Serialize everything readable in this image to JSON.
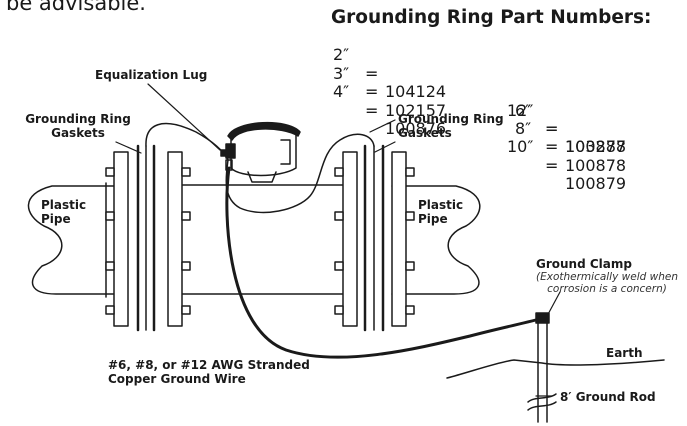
{
  "intro_text": "be advisable.",
  "parts_table": {
    "title": "Grounding Ring Part Numbers:",
    "rows": [
      {
        "size": "2″",
        "part": "104124",
        "size2": "6″",
        "part2": "100877"
      },
      {
        "size": "3″",
        "part": "102157",
        "size2": "8″",
        "part2": "100878"
      },
      {
        "size": "4″",
        "part": "100876",
        "size2": "10″",
        "part2": "100879"
      },
      {
        "size": "",
        "part": "",
        "size2": "12″",
        "part2": "103288"
      }
    ],
    "separator": "="
  },
  "labels": {
    "equalization_lug": "Equalization Lug",
    "gaskets_left": [
      "Grounding Ring",
      "Gaskets"
    ],
    "gaskets_right": [
      "Grounding Ring",
      "Gaskets"
    ],
    "pipe_left": [
      "Plastic",
      "Pipe"
    ],
    "pipe_right": [
      "Plastic",
      "Pipe"
    ],
    "ground_clamp": "Ground Clamp",
    "ground_clamp_note": [
      "(Exothermically weld when",
      "corrosion is a concern)"
    ],
    "wire": [
      "#6, #8, or #12 AWG Stranded",
      "Copper Ground Wire"
    ],
    "earth": "Earth",
    "ground_rod": "8′ Ground Rod"
  },
  "colors": {
    "stroke": "#1a1a1a",
    "background": "#ffffff"
  }
}
